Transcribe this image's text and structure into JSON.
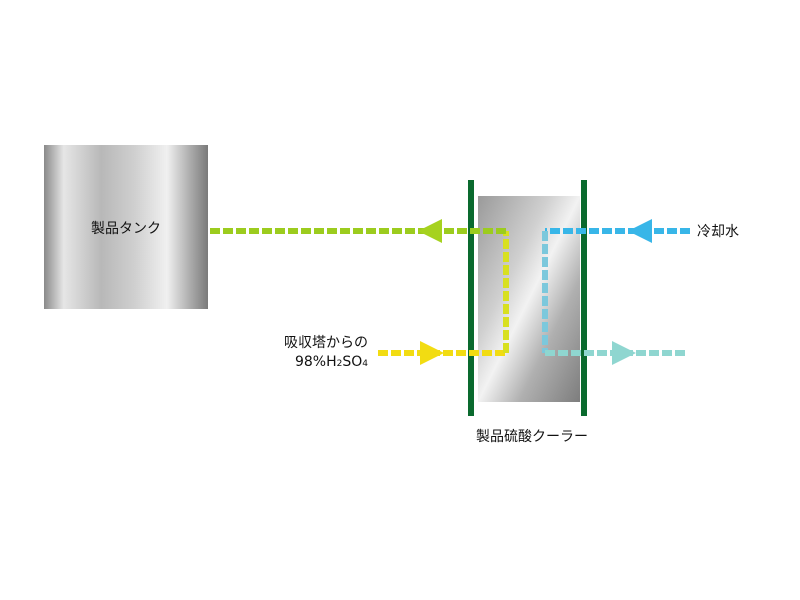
{
  "product_tank": {
    "label": "製品タンク"
  },
  "cooler": {
    "label": "製品硫酸クーラー"
  },
  "cooling_water": {
    "label": "冷却水"
  },
  "acid_inlet": {
    "label_line1": "吸収塔からの",
    "label_line2_prefix": "98%H",
    "label_line2_sub1": "2",
    "label_line2_mid": "SO",
    "label_line2_sub2": "4"
  },
  "colors": {
    "acid_out_green": "#9ccc1e",
    "acid_in_yellow": "#f2dc12",
    "cooling_water_blue": "#38b6e8",
    "cooling_water_return": "#8fd6d0",
    "cooler_frame": "#0a6a2e"
  }
}
